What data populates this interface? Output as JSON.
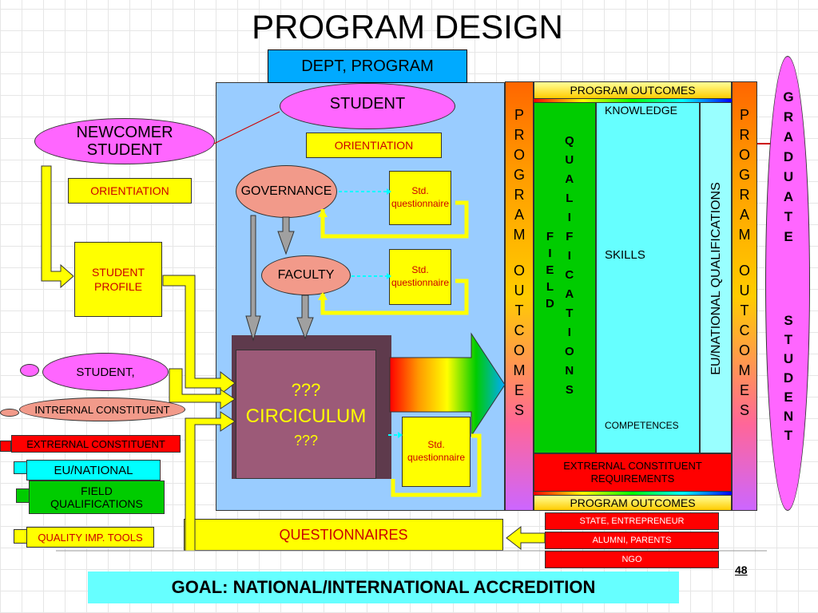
{
  "title": "PROGRAM DESIGN",
  "dept_program": "DEPT, PROGRAM",
  "student": "STUDENT",
  "orientiation_inner": "ORIENTIATION",
  "newcomer_student": "NEWCOMER STUDENT",
  "orientiation_left": "ORIENTIATION",
  "governance": "GOVERNANCE",
  "faculty": "FACULTY",
  "std_questionnaire": "Std. questionnaire",
  "student_profile": "STUDENT PROFILE",
  "student_comma": "STUDENT,",
  "internal_constituent": "INTRERNAL CONSTITUENT",
  "external_constituent": "EXTRERNAL CONSTITUENT",
  "eu_national": "EU/NATIONAL",
  "field_qualifications": "FIELD QUALIFICATIONS",
  "quality_tools": "QUALITY IMP. TOOLS",
  "curriculum_q1": "???",
  "curriculum": "CIRCICULUM",
  "curriculum_q2": "???",
  "questionnaires": "QUESTIONNAIRES",
  "program_outcomes_top": "PROGRAM OUTCOMES",
  "program_outcomes_bottom": "PROGRAM OUTCOMES",
  "program_outcomes_vertical": "PROGRAM OUTCOMES",
  "field_vertical": "FIELD",
  "qualifications_vertical": "QUALIFICATIONS",
  "knowledge": "KNOWLEDGE",
  "skills": "SKILLS",
  "competences": "COMPETENCES",
  "eu_national_qualifications": "EU/NATIONAL QUALIFICATIONS",
  "ext_requirements": "EXTRERNAL CONSTITUENT REQUIREMENTS",
  "state": "STATE, ENTREPRENEUR",
  "alumni": "ALUMNI, PARENTS",
  "ngo": "NGO",
  "graduate": "GRADUATE",
  "student_vertical": "STUDENT",
  "goal": "GOAL: NATIONAL/INTERNATIONAL ACCREDITION",
  "page_number": "48",
  "colors": {
    "magenta": "#ff66ff",
    "yellow": "#ffff00",
    "cyan": "#00ffff",
    "green": "#00cc00",
    "red": "#ff0000",
    "lightblue": "#99ccff",
    "curriculum": "#9c5a78",
    "salmon": "#f29a8a"
  }
}
